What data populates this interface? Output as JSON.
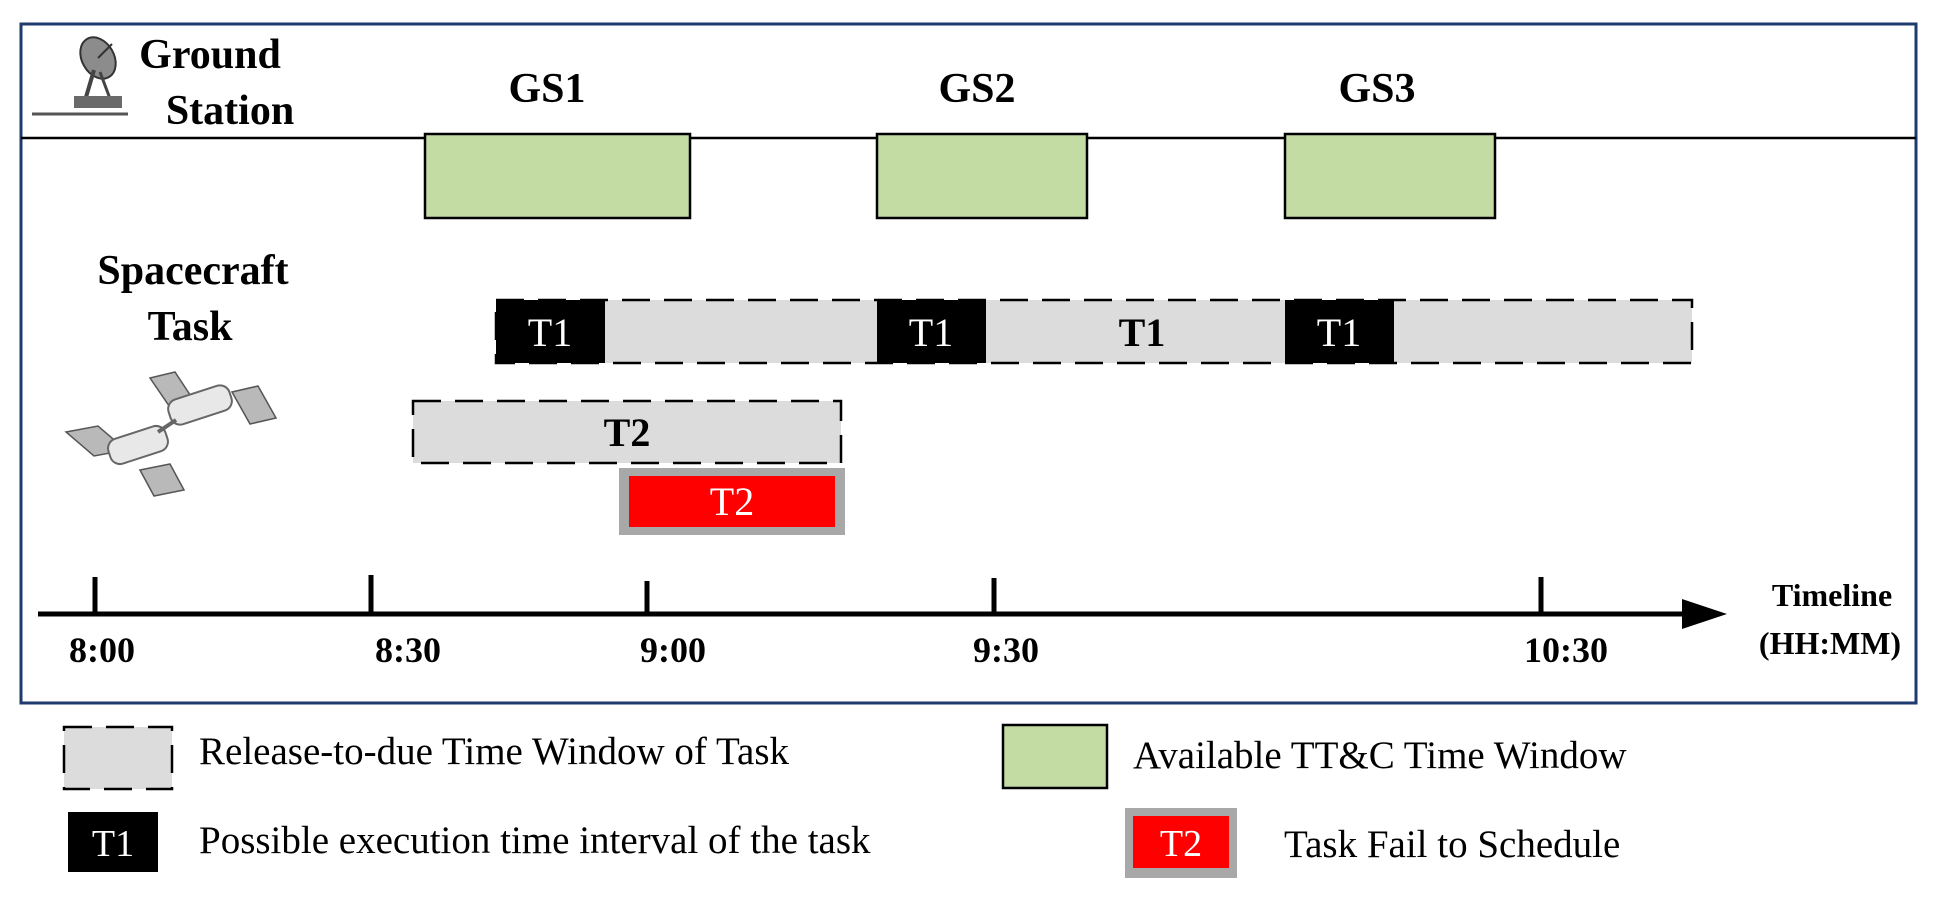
{
  "ground_station": {
    "label_line1": "Ground",
    "label_line2": "Station",
    "stations": [
      "GS1",
      "GS2",
      "GS3"
    ],
    "icon": "satellite-dish-icon"
  },
  "spacecraft": {
    "label_line1": "Spacecraft",
    "label_line2": "Task",
    "icon": "space-station-icon"
  },
  "tasks": {
    "t1_chip": "T1",
    "t1_label": "T1",
    "t2_label": "T2",
    "t2_failed": "T2"
  },
  "timeline": {
    "ticks": [
      "8:00",
      "8:30",
      "9:00",
      "9:30",
      "10:30"
    ],
    "label_line1": "Timeline",
    "label_line2": "(HH:MM)"
  },
  "legend": {
    "release_window": "Release-to-due Time Window of Task",
    "ttc_window": "Available TT&C Time Window",
    "exec_chip": "T1",
    "exec_interval": "Possible execution time interval of the task",
    "fail_chip": "T2",
    "fail": "Task Fail to Schedule"
  },
  "colors": {
    "frame": "#1f3a6e",
    "ttc_window": "#c3dca4",
    "release_window": "#dcdcdc",
    "exec_interval": "#000000",
    "fail_fill": "#ff0000",
    "fail_border": "#a8a8a8"
  }
}
